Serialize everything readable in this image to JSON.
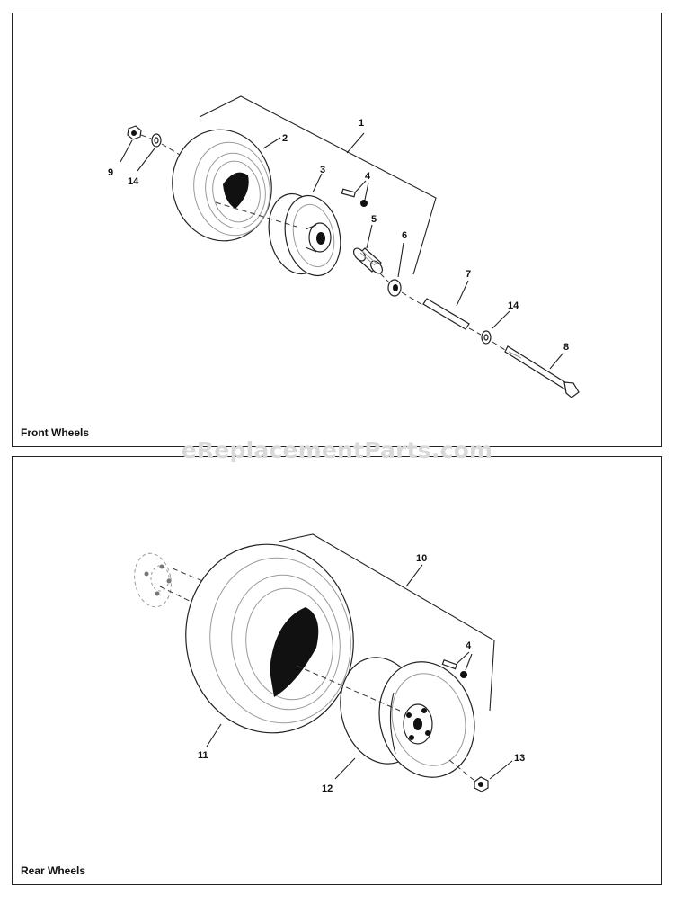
{
  "watermark": "eReplacementParts.com",
  "panels": {
    "front": {
      "label": "Front Wheels"
    },
    "rear": {
      "label": "Rear Wheels"
    }
  },
  "callouts": {
    "front": [
      "1",
      "2",
      "3",
      "4",
      "5",
      "6",
      "7",
      "14",
      "8",
      "9",
      "14"
    ],
    "rear": [
      "10",
      "4",
      "11",
      "12",
      "13"
    ]
  }
}
